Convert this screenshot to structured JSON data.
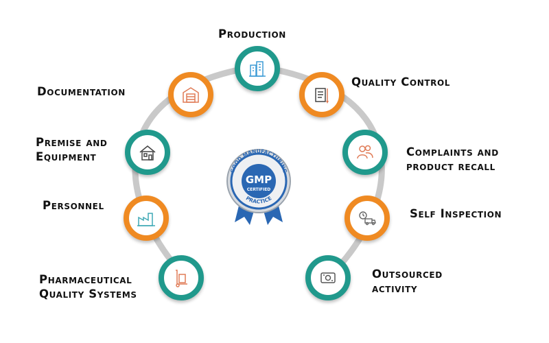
{
  "colors": {
    "teal": "#20998c",
    "orange": "#ef8a22",
    "arc": "#c9c9c9",
    "icon": "#e07b56",
    "seal_blue": "#2a67b3"
  },
  "center_badge": {
    "top_text": "GOOD MANUFACTURING",
    "main_text": "GMP",
    "sub_text": "CERTIFIED",
    "bottom_text": "PRACTICE"
  },
  "nodes": [
    {
      "id": "production",
      "lines": [
        "Production"
      ],
      "color": "teal",
      "icon": "buildings-icon"
    },
    {
      "id": "quality-control",
      "lines": [
        "Quality Control"
      ],
      "color": "orange",
      "icon": "clipboard-checklist-icon"
    },
    {
      "id": "complaints",
      "lines": [
        "Complaints and",
        "product recall"
      ],
      "color": "teal",
      "icon": "users-icon"
    },
    {
      "id": "self-inspection",
      "lines": [
        "Self Inspection"
      ],
      "color": "orange",
      "icon": "clock-truck-icon"
    },
    {
      "id": "outsourced",
      "lines": [
        "Outsourced",
        "activity"
      ],
      "color": "teal",
      "icon": "money-icon"
    },
    {
      "id": "documentation",
      "lines": [
        "Documentation"
      ],
      "color": "orange",
      "icon": "warehouse-icon"
    },
    {
      "id": "premise",
      "lines": [
        "Premise and",
        "Equipment"
      ],
      "color": "teal",
      "icon": "house-icon"
    },
    {
      "id": "personnel",
      "lines": [
        "Personnel"
      ],
      "color": "orange",
      "icon": "factory-icon"
    },
    {
      "id": "pharma",
      "lines": [
        "Pharmaceutical",
        "Quality Systems"
      ],
      "color": "teal",
      "icon": "hand-truck-icon"
    }
  ]
}
